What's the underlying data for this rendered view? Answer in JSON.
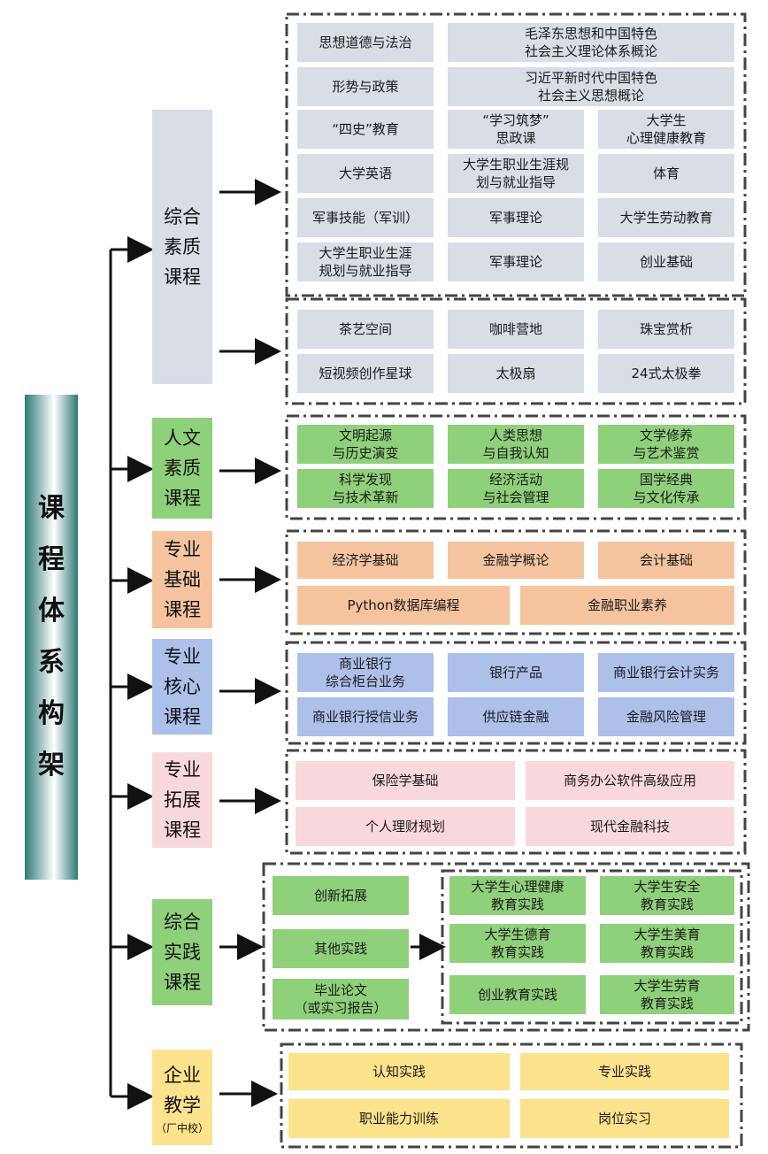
{
  "title": "课\n程\n体\n系\n构\n架",
  "categories": {
    "zonghe": "综合\n素质\n课程",
    "renwen": "人文\n素质\n课程",
    "zhuanye_jichu": "专业\n基础\n课程",
    "zhuanye_hexin": "专业\n核心\n课程",
    "zhuanye_tuozhan": "专业\n拓展\n课程",
    "shijian": "综合\n实践\n课程",
    "qiye": "企业\n教学",
    "qiye_sub": "（厂中校）"
  },
  "zonghe_required": [
    "思想道德与法治",
    "毛泽东思想和中国特色\n社会主义理论体系概论",
    "形势与政策",
    "习近平新时代中国特色\n社会主义思想概论",
    "“四史”教育",
    "“学习筑梦”\n思政课",
    "大学生\n心理健康教育",
    "大学英语",
    "大学生职业生涯规\n划与就业指导",
    "体育",
    "军事技能（军训）",
    "军事理论",
    "大学生劳动教育",
    "大学生职业生涯\n规划与就业指导",
    "军事理论",
    "创业基础"
  ],
  "zonghe_elective": [
    "茶艺空间",
    "咖啡营地",
    "珠宝赏析",
    "短视频创作星球",
    "太极扇",
    "24式太极拳"
  ],
  "renwen": [
    "文明起源\n与历史演变",
    "人类思想\n与自我认知",
    "文学修养\n与艺术鉴赏",
    "科学发现\n与技术革新",
    "经济活动\n与社会管理",
    "国学经典\n与文化传承"
  ],
  "zhuanye_jichu": [
    "经济学基础",
    "金融学概论",
    "会计基础",
    "Python数据库编程",
    "金融职业素养"
  ],
  "zhuanye_hexin": [
    "商业银行\n综合柜台业务",
    "银行产品",
    "商业银行会计实务",
    "商业银行授信业务",
    "供应链金融",
    "金融风险管理"
  ],
  "zhuanye_tuozhan": [
    "保险学基础",
    "商务办公软件高级应用",
    "个人理财规划",
    "现代金融科技"
  ],
  "shijian_left": [
    "创新拓展",
    "其他实践",
    "毕业论文\n（或实习报告）"
  ],
  "shijian_right": [
    "大学生心理健康\n教育实践",
    "大学生安全\n教育实践",
    "大学生德育\n教育实践",
    "大学生美育\n教育实践",
    "创业教育实践",
    "大学生劳育\n教育实践"
  ],
  "qiye": [
    "认知实践",
    "专业实践",
    "职业能力训练",
    "岗位实习"
  ],
  "colors": {
    "gray": "#d8dde6",
    "green": "#8fd07a",
    "orange": "#f5c49f",
    "blue": "#adc0ea",
    "pink": "#f8d7dd",
    "yellow": "#fde28c",
    "title_teal": "#2d7a76"
  }
}
